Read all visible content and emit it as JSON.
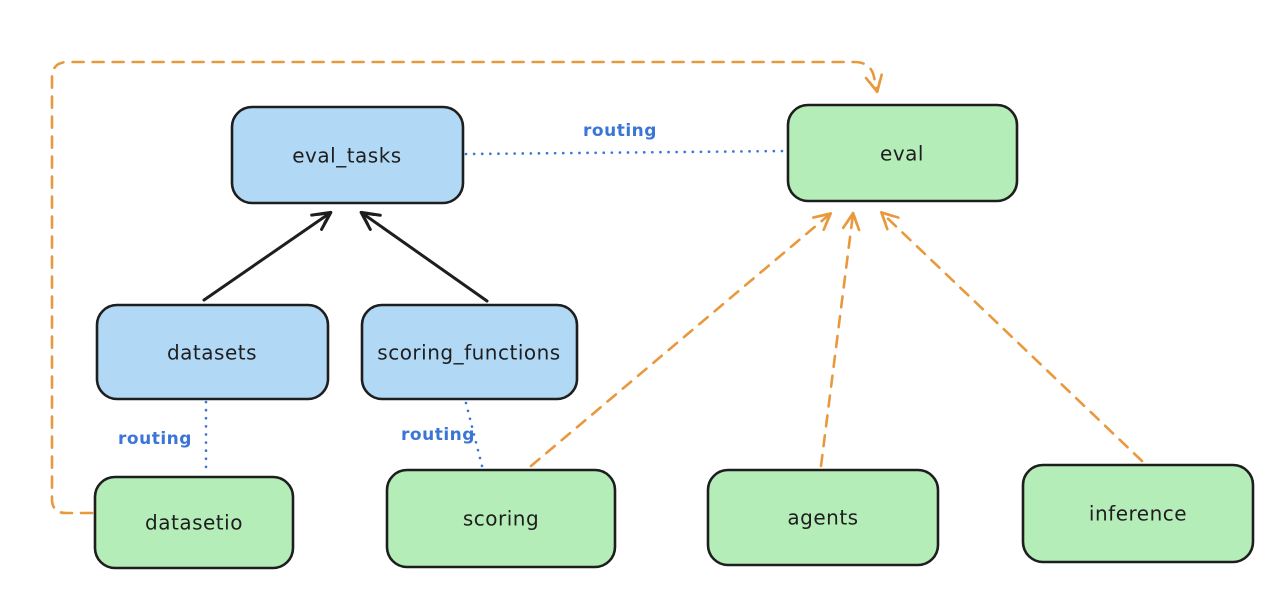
{
  "diagram": {
    "type": "architecture-diagram",
    "style": "hand-drawn",
    "background": "#ffffff",
    "colors": {
      "registry_fill": "#b1d9f6",
      "api_fill": "#b5edb9",
      "node_stroke": "#1e1e1e",
      "routing_edge": "#3b75d6",
      "provider_edge": "#e8993e",
      "dependency_edge": "#1e1e1e"
    },
    "nodes": [
      {
        "id": "eval_tasks",
        "label": "eval_tasks",
        "kind": "blue"
      },
      {
        "id": "eval",
        "label": "eval",
        "kind": "green"
      },
      {
        "id": "datasets",
        "label": "datasets",
        "kind": "blue"
      },
      {
        "id": "scoring_functions",
        "label": "scoring_functions",
        "kind": "blue"
      },
      {
        "id": "datasetio",
        "label": "datasetio",
        "kind": "green"
      },
      {
        "id": "scoring",
        "label": "scoring",
        "kind": "green"
      },
      {
        "id": "agents",
        "label": "agents",
        "kind": "green"
      },
      {
        "id": "inference",
        "label": "inference",
        "kind": "green"
      }
    ],
    "edges": [
      {
        "from": "eval_tasks",
        "to": "eval",
        "style": "dotted-blue",
        "label": "routing"
      },
      {
        "from": "datasets",
        "to": "datasetio",
        "style": "dotted-blue",
        "label": "routing"
      },
      {
        "from": "scoring_functions",
        "to": "scoring",
        "style": "dotted-blue",
        "label": "routing"
      },
      {
        "from": "datasets",
        "to": "eval_tasks",
        "style": "solid-black-arrow"
      },
      {
        "from": "scoring_functions",
        "to": "eval_tasks",
        "style": "solid-black-arrow"
      },
      {
        "from": "datasetio",
        "to": "eval",
        "style": "dashed-orange-arrow"
      },
      {
        "from": "scoring",
        "to": "eval",
        "style": "dashed-orange-arrow"
      },
      {
        "from": "agents",
        "to": "eval",
        "style": "dashed-orange-arrow"
      },
      {
        "from": "inference",
        "to": "eval",
        "style": "dashed-orange-arrow"
      }
    ]
  }
}
